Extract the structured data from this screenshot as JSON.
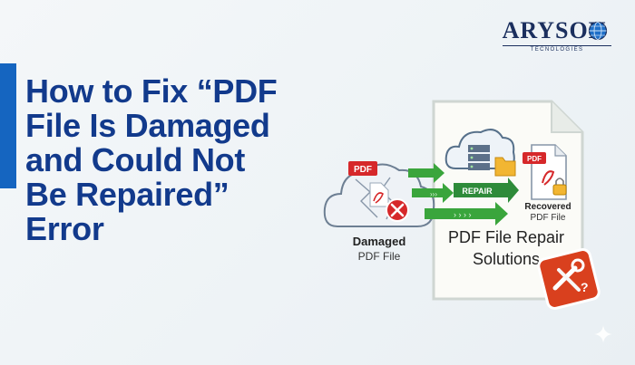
{
  "headline": {
    "line1": "How to Fix “PDF",
    "line2": "File Is Damaged",
    "line3": "and Could Not",
    "line4": "Be Repaired”",
    "line5": "Error"
  },
  "logo": {
    "word": "ARYSON",
    "tagline": "TECNOLOGIES"
  },
  "illustration": {
    "damaged_title": "Damaged",
    "damaged_sub": "PDF File",
    "damaged_tag": "PDF",
    "repair_label": "REPAIR",
    "recovered_title": "Recovered",
    "recovered_sub": "PDF File",
    "recovered_tag": "PDF",
    "solutions_line1": "PDF File Repair",
    "solutions_line2": "Solutions"
  },
  "colors": {
    "headline": "#123a8c",
    "accent": "#1565c0",
    "arrow_green": "#3aa53c",
    "pdf_red": "#d6282a",
    "badge_red": "#d9401e"
  }
}
